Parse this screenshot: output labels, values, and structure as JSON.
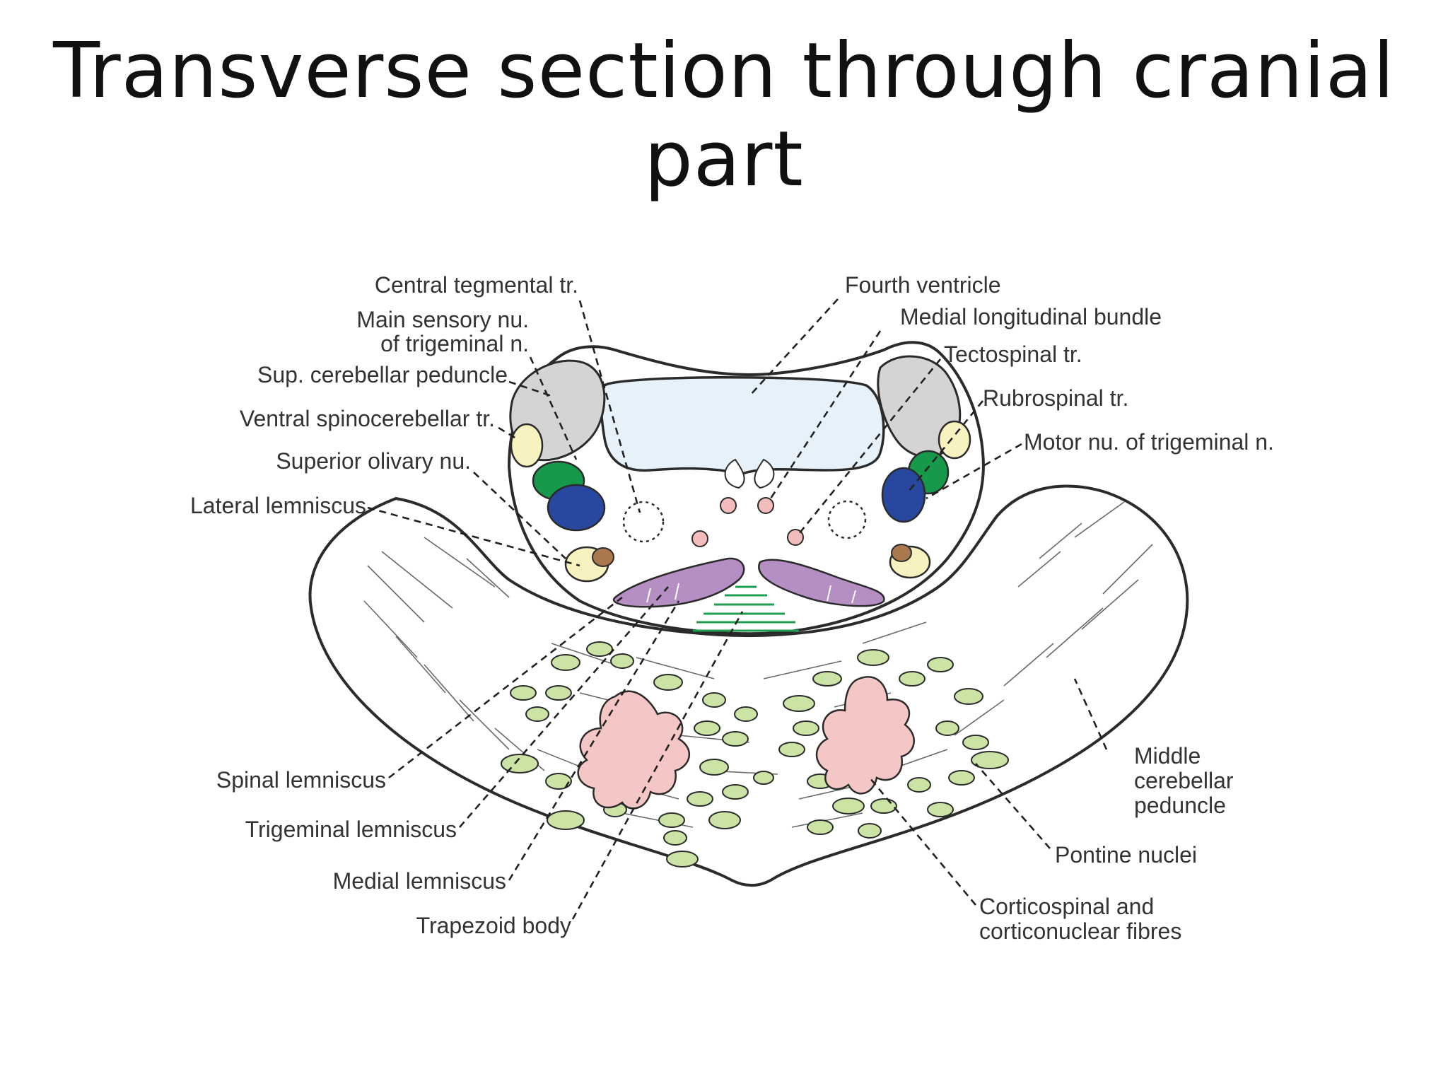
{
  "slide": {
    "title": "Transverse section through cranial part"
  },
  "labels_left": [
    {
      "id": "central-tegmental",
      "lines": [
        "Central tegmental tr."
      ]
    },
    {
      "id": "main-sensory",
      "lines": [
        "Main sensory nu.",
        "of trigeminal n."
      ]
    },
    {
      "id": "sup-cerebellar",
      "lines": [
        "Sup. cerebellar peduncle"
      ]
    },
    {
      "id": "ventral-spinocerebellar",
      "lines": [
        "Ventral spinocerebellar tr."
      ]
    },
    {
      "id": "superior-olivary",
      "lines": [
        "Superior olivary nu."
      ]
    },
    {
      "id": "lateral-lemniscus",
      "lines": [
        "Lateral lemniscus"
      ]
    },
    {
      "id": "spinal-lemniscus",
      "lines": [
        "Spinal lemniscus"
      ]
    },
    {
      "id": "trigeminal-lemniscus",
      "lines": [
        "Trigeminal lemniscus"
      ]
    },
    {
      "id": "medial-lemniscus",
      "lines": [
        "Medial lemniscus"
      ]
    },
    {
      "id": "trapezoid-body",
      "lines": [
        "Trapezoid body"
      ]
    }
  ],
  "labels_right": [
    {
      "id": "fourth-ventricle",
      "lines": [
        "Fourth ventricle"
      ]
    },
    {
      "id": "medial-longitudinal",
      "lines": [
        "Medial longitudinal bundle"
      ]
    },
    {
      "id": "tectospinal",
      "lines": [
        "Tectospinal tr."
      ]
    },
    {
      "id": "rubrospinal",
      "lines": [
        "Rubrospinal tr."
      ]
    },
    {
      "id": "motor-nu",
      "lines": [
        "Motor nu. of trigeminal n."
      ]
    },
    {
      "id": "middle-cerebellar",
      "lines": [
        "Middle",
        "cerebellar",
        "peduncle"
      ]
    },
    {
      "id": "pontine-nuclei",
      "lines": [
        "Pontine nuclei"
      ]
    },
    {
      "id": "corticospinal",
      "lines": [
        "Corticospinal and",
        "corticonuclear fibres"
      ]
    }
  ],
  "colors": {
    "fourth_ventricle": "#e6f1fa",
    "cerebellar_peduncle": "#d4d4d4",
    "spinocerebellar": "#f7f2bf",
    "main_sensory": "#16994a",
    "motor_nucleus": "#27489e",
    "olivary": "#a9784e",
    "medial_lemniscus": "#b58ec4",
    "pontine_nuclei": "#cbe3a4",
    "corticospinal": "#f5c6c6",
    "trapezoid": "#1f9e4f",
    "small_tracts": "#f3bcbc"
  }
}
